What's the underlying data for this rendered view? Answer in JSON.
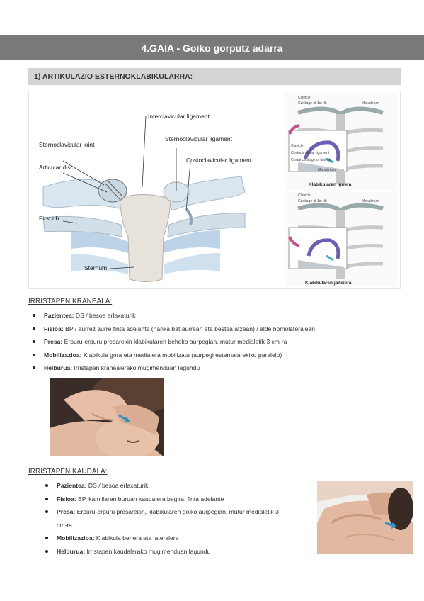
{
  "header": {
    "title": "4.GAIA - Goiko gorputz adarra"
  },
  "section1": {
    "title": "1) ARTIKULAZIO ESTERNOKLABIKULARRA:"
  },
  "figure_left": {
    "labels": {
      "interclavicular": "Interclavicular ligament",
      "sternoclavicular_ligament": "Sternoclavicular ligament",
      "costoclavicular": "Costoclavicular ligament",
      "sternoclavicular_joint": "Sternoclavicular joint",
      "articular_disc": "Articular disc",
      "first_rib": "First rib",
      "sternum": "Sternum"
    }
  },
  "figure_right": {
    "top": {
      "clavicle": "Clavicle",
      "cartilage": "Cartilage of 1st rib",
      "manubrium": "Manubrium",
      "caption": "Klabikularen igoera"
    },
    "bottom": {
      "clavicle": "Clavicle",
      "cartilage": "Cartilage of 1st rib",
      "manubrium": "Manubrium",
      "caption": "Klabikularen jaitsiera"
    },
    "inset": {
      "clavicle": "Clavicle",
      "ligament": "Costoclavicular ligament",
      "costal": "Costal cartilage of first rib",
      "manubrium": "Manubrium"
    }
  },
  "kraneala": {
    "heading": "IRRISTAPEN KRANEALA:",
    "items": [
      {
        "label": "Pazientea:",
        "text": " DS / besoa erlaxaturik"
      },
      {
        "label": "Fisioa:",
        "text": " BP / aurrez aurre finta adelante (hanka bat aurrean eta bestea atzean) / alde homolateralean"
      },
      {
        "label": "Presa:",
        "text": " Erpuru-erpuru presarekin klabikularen beheko aurpegian, mutur medialetik 3 cm-ra"
      },
      {
        "label": "Mobilizazioa:",
        "text": " Klabikula gora eta medialera mobilizatu (aurpegi esternalarekiko paralelo)"
      },
      {
        "label": "Helburua:",
        "text": " Irristapen kranealerako mugimenduan lagundu"
      }
    ]
  },
  "kaudala": {
    "heading": "IRRISTAPEN KAUDALA:",
    "items": [
      {
        "label": "Pazientea:",
        "text": " DS / besoa erlaxaturik"
      },
      {
        "label": "Fisioa:",
        "text": " BP, kamillaren buruan kaudalera begira, finta adelante"
      },
      {
        "label": "Presa:",
        "text": " Erpuru-erpuru presarekin, klabikularen goiko aurpegian, mutur medialetik 3 cm-ra"
      },
      {
        "label": "Mobilizazioa:",
        "text": " Klabikula behera eta lateralera"
      },
      {
        "label": "Helburua:",
        "text": " Irristapen kaudalerako mugimenduan lagundu"
      }
    ]
  }
}
